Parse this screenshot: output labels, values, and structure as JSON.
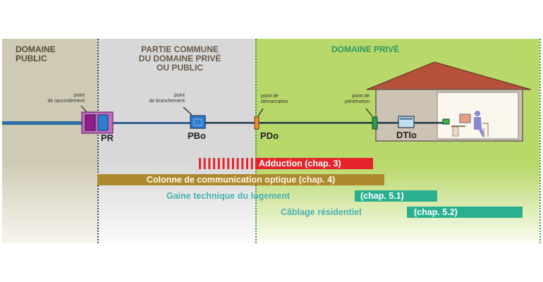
{
  "zones": {
    "public": {
      "title_line1": "DOMAINE",
      "title_line2": "PUBLIC"
    },
    "common": {
      "title_line1": "PARTIE COMMUNE",
      "title_line2": "DU DOMAINE PRIVÉ",
      "title_line3": "OU PUBLIC"
    },
    "private": {
      "title": "DOMAINE PRIVÉ"
    }
  },
  "points": {
    "pr": {
      "label_line1": "point",
      "label_line2": "de raccordement",
      "code": "PR"
    },
    "pbo": {
      "label_line1": "point",
      "label_line2": "de branchement",
      "code": "PBo"
    },
    "pdo": {
      "label_line1": "point de",
      "label_line2": "démarcation",
      "code": "PDo"
    },
    "pen": {
      "label_line1": "point de",
      "label_line2": "pénétration"
    },
    "dtio": {
      "code": "DTIo"
    }
  },
  "bars": {
    "adduction": {
      "label": "Adduction (chap. 3)",
      "color": "#e4232b"
    },
    "colonne": {
      "label": "Colonne de communication optique (chap. 4)",
      "color": "#ad8a30"
    },
    "gaine": {
      "text": "Gaine technique du logement",
      "chap": "(chap. 5.1)",
      "color": "#2ab08e"
    },
    "cablage": {
      "text": "Câblage résidentiel",
      "chap": "(chap. 5.2)",
      "color": "#2ab08e"
    }
  },
  "colors": {
    "public_bg": "#cfcab4",
    "common_bg": "#d8d8d8",
    "private_bg": "#b9d86a",
    "roof": "#b5503a",
    "cable": "#2f6ea8",
    "fiber": "#1f3a4a"
  }
}
